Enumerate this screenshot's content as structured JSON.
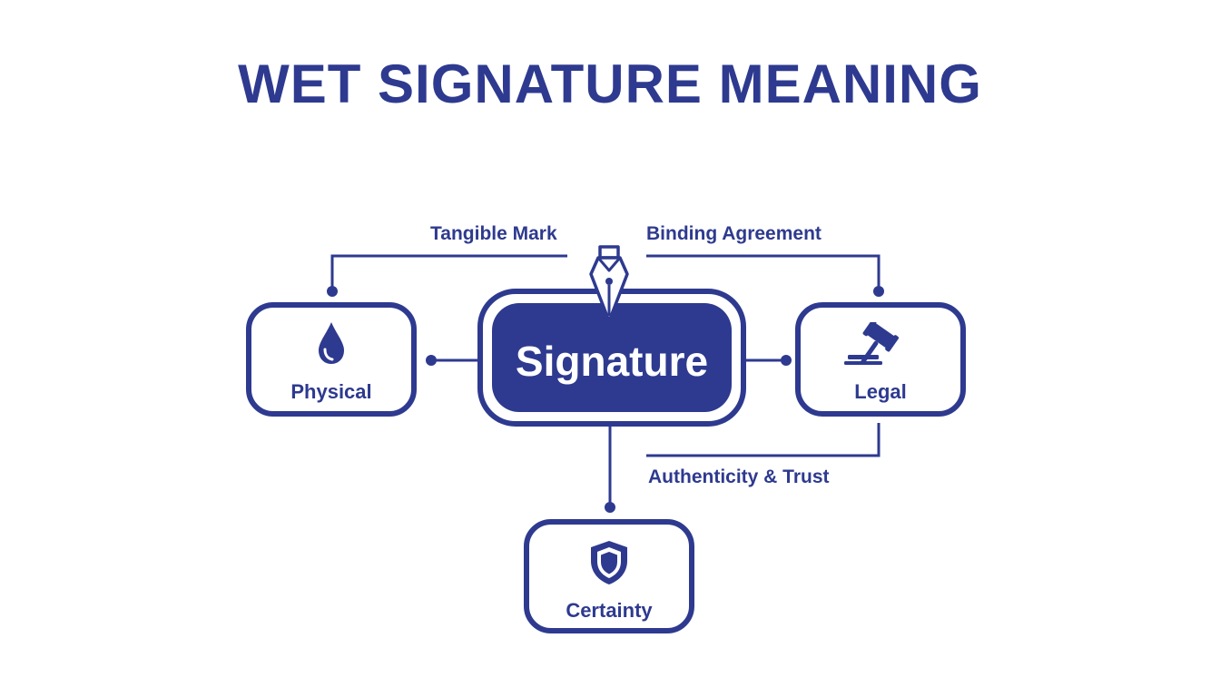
{
  "title": "WET SIGNATURE MEANING",
  "center": {
    "label": "Signature",
    "icon": "fountain-pen-nib-icon"
  },
  "nodes": {
    "physical": {
      "label": "Physical",
      "icon": "ink-drop-icon"
    },
    "legal": {
      "label": "Legal",
      "icon": "gavel-icon"
    },
    "certainty": {
      "label": "Certainty",
      "icon": "shield-icon"
    }
  },
  "edges": {
    "tangible": "Tangible Mark",
    "binding": "Binding Agreement",
    "authenticity": "Authenticity & Trust"
  },
  "colors": {
    "primary": "#2e3a8f",
    "background": "#ffffff",
    "center_text": "#ffffff"
  }
}
